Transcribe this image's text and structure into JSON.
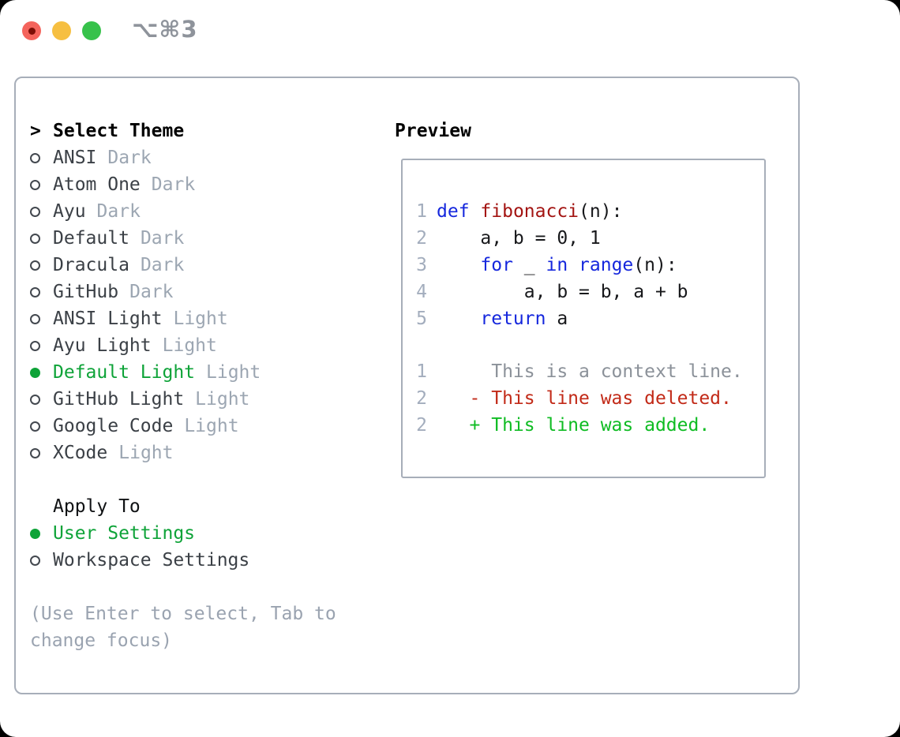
{
  "titlebar": {
    "shortcut": "⌥⌘3"
  },
  "theme_panel": {
    "header": {
      "prefix": ">",
      "label": "Select Theme"
    },
    "themes": [
      {
        "name": "ANSI",
        "variant": "Dark",
        "selected": false
      },
      {
        "name": "Atom One",
        "variant": "Dark",
        "selected": false
      },
      {
        "name": "Ayu",
        "variant": "Dark",
        "selected": false
      },
      {
        "name": "Default",
        "variant": "Dark",
        "selected": false
      },
      {
        "name": "Dracula",
        "variant": "Dark",
        "selected": false
      },
      {
        "name": "GitHub",
        "variant": "Dark",
        "selected": false
      },
      {
        "name": "ANSI Light",
        "variant": "Light",
        "selected": false
      },
      {
        "name": "Ayu Light",
        "variant": "Light",
        "selected": false
      },
      {
        "name": "Default Light",
        "variant": "Light",
        "selected": true
      },
      {
        "name": "GitHub Light",
        "variant": "Light",
        "selected": false
      },
      {
        "name": "Google Code",
        "variant": "Light",
        "selected": false
      },
      {
        "name": "XCode",
        "variant": "Light",
        "selected": false
      }
    ],
    "apply_to": {
      "label": "Apply To",
      "options": [
        {
          "name": "User Settings",
          "selected": true
        },
        {
          "name": "Workspace Settings",
          "selected": false
        }
      ]
    },
    "help": {
      "line1": "(Use Enter to select, Tab to",
      "line2": "change focus)"
    }
  },
  "preview": {
    "label": "Preview",
    "code_lines": [
      {
        "num": "1",
        "segments": [
          {
            "text": "def",
            "style": "kw"
          },
          {
            "text": " ",
            "style": "plain"
          },
          {
            "text": "fibonacci",
            "style": "fn"
          },
          {
            "text": "(n):",
            "style": "plain"
          }
        ]
      },
      {
        "num": "2",
        "segments": [
          {
            "text": "    a, b = 0, 1",
            "style": "plain"
          }
        ]
      },
      {
        "num": "3",
        "segments": [
          {
            "text": "    ",
            "style": "plain"
          },
          {
            "text": "for",
            "style": "kw"
          },
          {
            "text": " _ ",
            "style": "plain"
          },
          {
            "text": "in",
            "style": "kw"
          },
          {
            "text": " ",
            "style": "plain"
          },
          {
            "text": "range",
            "style": "kw"
          },
          {
            "text": "(n):",
            "style": "plain"
          }
        ]
      },
      {
        "num": "4",
        "segments": [
          {
            "text": "        a, b = b, a + b",
            "style": "plain"
          }
        ]
      },
      {
        "num": "5",
        "segments": [
          {
            "text": "    ",
            "style": "plain"
          },
          {
            "text": "return",
            "style": "kw"
          },
          {
            "text": " a",
            "style": "plain"
          }
        ]
      }
    ],
    "diff_lines": [
      {
        "num": "1",
        "segments": [
          {
            "text": "     This is a context line.",
            "style": "ctx"
          }
        ]
      },
      {
        "num": "2",
        "segments": [
          {
            "text": "   - This line was deleted.",
            "style": "del"
          }
        ]
      },
      {
        "num": "2",
        "segments": [
          {
            "text": "   + This line was added.",
            "style": "add"
          }
        ]
      }
    ]
  },
  "colors": {
    "selection_green": "#0ea338",
    "keyword_blue": "#1527dd",
    "function_red": "#a31412",
    "deleted_red": "#c22a18",
    "added_green": "#0fbc23",
    "context_gray": "#8b9199",
    "line_number_gray": "#a3adbd",
    "variant_gray": "#9ca6b2",
    "panel_border_gray": "#a7aeb9",
    "traffic_red": "#f4645c",
    "traffic_yellow": "#f6bf41",
    "traffic_green": "#37c24b"
  }
}
